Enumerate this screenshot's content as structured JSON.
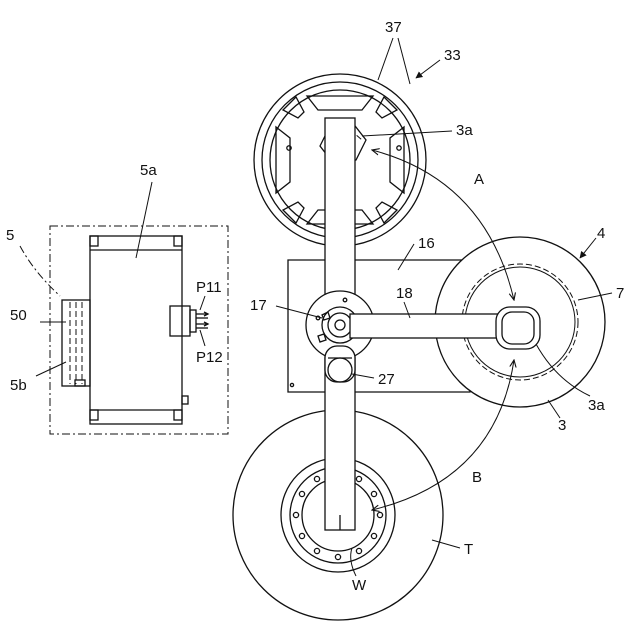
{
  "labels": {
    "unit": "5",
    "unit_side_a": "5a",
    "unit_side_b": "5b",
    "unit_panel": "50",
    "port_upper": "P11",
    "port_lower": "P12",
    "reel_top": "33",
    "reel_top_ribs": "37",
    "hub": "3a",
    "hub_right": "3a",
    "arrow_a": "A",
    "arrow_b": "B",
    "base": "16",
    "roll": "4",
    "roll_core": "7",
    "roll_outer": "3",
    "pivot": "17",
    "arm": "18",
    "actuator": "27",
    "tire": "T",
    "wheel": "W"
  }
}
